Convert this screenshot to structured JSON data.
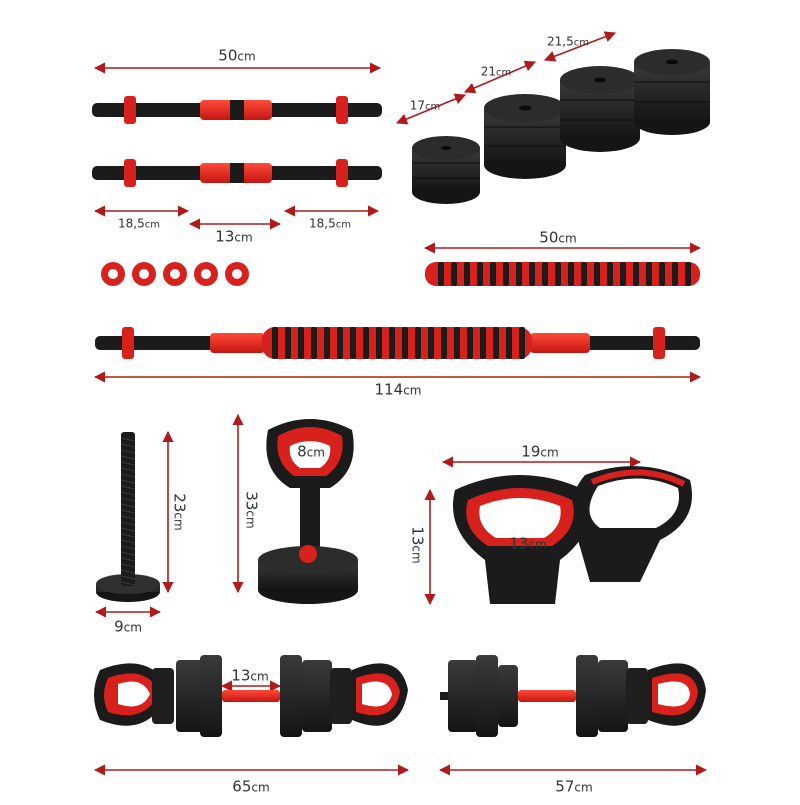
{
  "colors": {
    "accent_red": "#e0201e",
    "dim_line": "#b11a1a",
    "body_black": "#1b1b1b",
    "plate_dark": "#1f1f1f",
    "background": "#ffffff"
  },
  "unit": "cm",
  "dimensions": {
    "bar_length": "50",
    "plate_17": "17",
    "plate_21": "21",
    "plate_215": "21,5",
    "sleeve_left": "18,5",
    "grip_middle": "13",
    "sleeve_right": "18,5",
    "foam_length": "50",
    "long_bar_length": "114",
    "stand_height": "23",
    "stand_base": "9",
    "kettle_height": "33",
    "kettle_handle_inner": "8",
    "handle_width": "19",
    "handle_height": "13",
    "handle_inner_width": "13",
    "dumbbell_grip": "13",
    "dumbbell_left_length": "65",
    "dumbbell_right_length": "57"
  },
  "products": {
    "collars_count": 5,
    "short_bars_count": 2,
    "plate_stacks_count": 4,
    "kettlebell_handles_count": 2
  }
}
